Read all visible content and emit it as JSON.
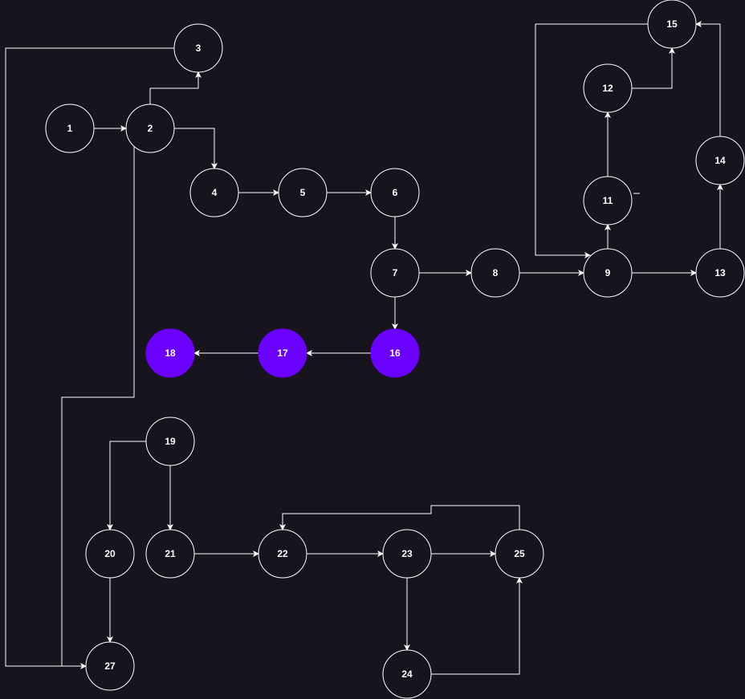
{
  "diagram": {
    "background_color": "#18141d",
    "line_color": "#ffffff",
    "node_stroke_color": "#ffffff",
    "highlight_color": "#6a00ff",
    "nodes": [
      {
        "id": "1",
        "label": "1"
      },
      {
        "id": "2",
        "label": "2"
      },
      {
        "id": "3",
        "label": "3"
      },
      {
        "id": "4",
        "label": "4"
      },
      {
        "id": "5",
        "label": "5"
      },
      {
        "id": "6",
        "label": "6"
      },
      {
        "id": "7",
        "label": "7"
      },
      {
        "id": "8",
        "label": "8"
      },
      {
        "id": "9",
        "label": "9"
      },
      {
        "id": "11",
        "label": "11"
      },
      {
        "id": "12",
        "label": "12"
      },
      {
        "id": "13",
        "label": "13"
      },
      {
        "id": "14",
        "label": "14"
      },
      {
        "id": "15",
        "label": "15"
      },
      {
        "id": "16",
        "label": "16",
        "highlighted": true
      },
      {
        "id": "17",
        "label": "17",
        "highlighted": true
      },
      {
        "id": "18",
        "label": "18",
        "highlighted": true
      },
      {
        "id": "19",
        "label": "19"
      },
      {
        "id": "20",
        "label": "20"
      },
      {
        "id": "21",
        "label": "21"
      },
      {
        "id": "22",
        "label": "22"
      },
      {
        "id": "23",
        "label": "23"
      },
      {
        "id": "24",
        "label": "24"
      },
      {
        "id": "25",
        "label": "25"
      },
      {
        "id": "27",
        "label": "27"
      }
    ],
    "edges": [
      {
        "from": "1",
        "to": "2"
      },
      {
        "from": "2",
        "to": "3"
      },
      {
        "from": "2",
        "to": "4"
      },
      {
        "from": "3",
        "to": "27"
      },
      {
        "from": "4",
        "to": "5"
      },
      {
        "from": "5",
        "to": "6"
      },
      {
        "from": "6",
        "to": "7"
      },
      {
        "from": "7",
        "to": "8"
      },
      {
        "from": "7",
        "to": "16"
      },
      {
        "from": "8",
        "to": "9"
      },
      {
        "from": "9",
        "to": "11"
      },
      {
        "from": "9",
        "to": "13"
      },
      {
        "from": "11",
        "to": "12"
      },
      {
        "from": "12",
        "to": "15"
      },
      {
        "from": "13",
        "to": "14"
      },
      {
        "from": "14",
        "to": "15"
      },
      {
        "from": "15",
        "to": "9"
      },
      {
        "from": "16",
        "to": "17"
      },
      {
        "from": "17",
        "to": "18"
      },
      {
        "from": "19",
        "to": "20"
      },
      {
        "from": "19",
        "to": "21"
      },
      {
        "from": "20",
        "to": "27"
      },
      {
        "from": "21",
        "to": "22"
      },
      {
        "from": "22",
        "to": "23"
      },
      {
        "from": "23",
        "to": "25"
      },
      {
        "from": "23",
        "to": "24"
      },
      {
        "from": "24",
        "to": "25"
      },
      {
        "from": "25",
        "to": "22"
      },
      {
        "from": "27",
        "to": "2"
      }
    ]
  }
}
